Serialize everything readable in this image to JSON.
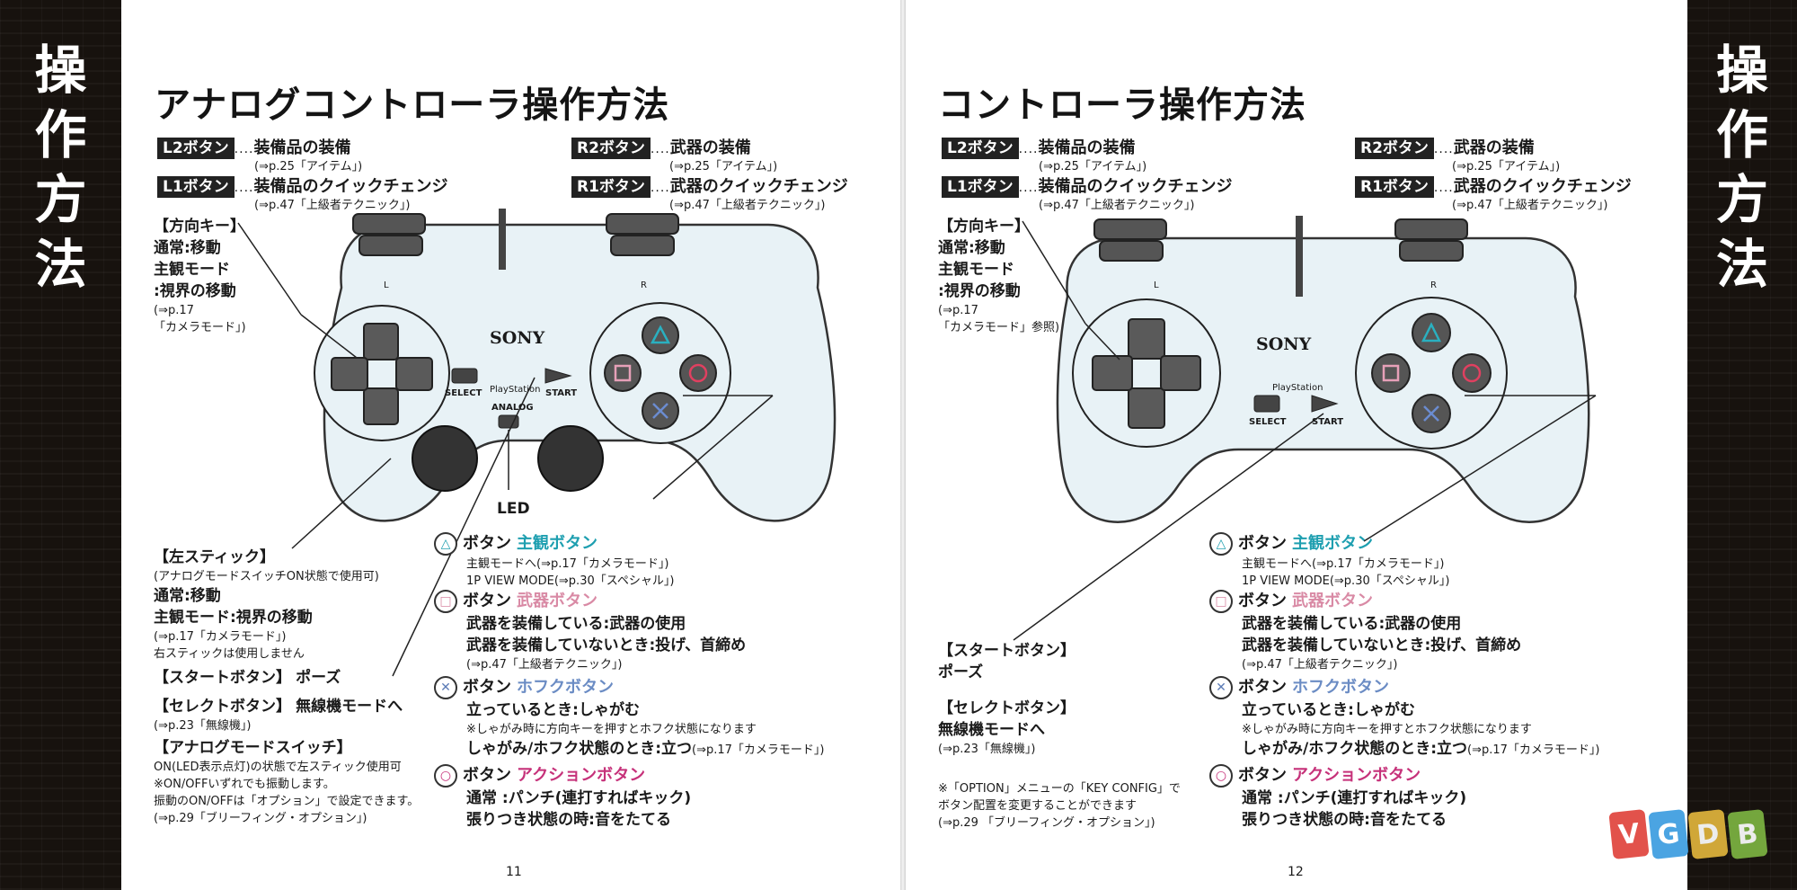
{
  "side_title": [
    "操",
    "作",
    "方",
    "法"
  ],
  "page11": {
    "title": "アナログコントローラ操作方法",
    "page_number": "11",
    "l2": {
      "tag": "L2ボタン",
      "label": "装備品の装備",
      "ref": "(⇒p.25「アイテム」)"
    },
    "l1": {
      "tag": "L1ボタン",
      "label": "装備品のクイックチェンジ",
      "ref": "(⇒p.47「上級者テクニック」)"
    },
    "r2": {
      "tag": "R2ボタン",
      "label": "武器の装備",
      "ref": "(⇒p.25「アイテム」)"
    },
    "r1": {
      "tag": "R1ボタン",
      "label": "武器のクイックチェンジ",
      "ref": "(⇒p.47「上級者テクニック」)"
    },
    "dpad": {
      "head": "【方向キー】",
      "l1": "通常:移動",
      "l2": "主観モード",
      "l3": ":視界の移動",
      "r1": "(⇒p.17",
      "r2": "「カメラモード」)"
    },
    "controller": {
      "brand": "SONY",
      "ps": "PlayStation",
      "select": "SELECT",
      "start": "START",
      "analog": "ANALOG",
      "l": "L",
      "r": "R",
      "led": "LED"
    },
    "lstick": {
      "head": "【左スティック】",
      "note": "(アナログモードスイッチON状態で使用可)",
      "l1": "通常:移動",
      "l2": "主観モード:視界の移動",
      "ref": "(⇒p.17「カメラモード」)",
      "note2": "右スティックは使用しません"
    },
    "start": {
      "head": "【スタートボタン】",
      "text": "ポーズ"
    },
    "select": {
      "head": "【セレクトボタン】",
      "text": "無線機モードへ",
      "ref": "(⇒p.23「無線機」)"
    },
    "analog": {
      "head": "【アナログモードスイッチ】",
      "l1": "ON(LED表示点灯)の状態で左スティック使用可",
      "l2": "※ON/OFFいずれでも振動します。",
      "l3": "振動のON/OFFは「オプション」で設定できます。",
      "ref": "(⇒p.29「ブリーフィング・オプション」)"
    }
  },
  "buttons": {
    "triangle": {
      "label": "ボタン",
      "name": "主観ボタン",
      "l1": "主観モードへ(⇒p.17「カメラモード」)",
      "l2": "1P VIEW MODE(⇒p.30「スペシャル」)"
    },
    "square": {
      "label": "ボタン",
      "name": "武器ボタン",
      "l1": "武器を装備している:武器の使用",
      "l2": "武器を装備していないとき:投げ、首締め",
      "ref": "(⇒p.47「上級者テクニック」)"
    },
    "cross": {
      "label": "ボタン",
      "name": "ホフクボタン",
      "l1": "立っているとき:しゃがむ",
      "note": "※しゃがみ時に方向キーを押すとホフク状態になります",
      "l2": "しゃがみ/ホフク状態のとき:立つ",
      "ref": "(⇒p.17「カメラモード」)"
    },
    "circle": {
      "label": "ボタン",
      "name": "アクションボタン",
      "l1": "通常 :パンチ(連打すればキック)",
      "l2": "張りつき状態の時:音をたてる"
    }
  },
  "page12": {
    "title": "コントローラ操作方法",
    "page_number": "12",
    "dpad": {
      "head": "【方向キー】",
      "l1": "通常:移動",
      "l2": "主観モード",
      "l3": ":視界の移動",
      "r1": "(⇒p.17",
      "r2": "「カメラモード」参照)"
    },
    "start": {
      "head": "【スタートボタン】",
      "text": "ポーズ"
    },
    "select": {
      "head": "【セレクトボタン】",
      "text": "無線機モードへ",
      "ref": "(⇒p.23「無線機」)"
    },
    "keyconfig": {
      "l1": "※「OPTION」メニューの「KEY CONFIG」で",
      "l2": "ボタン配置を変更することができます",
      "l3": "(⇒p.29 「ブリーフィング・オプション」)"
    }
  },
  "watermark": {
    "letters": [
      "V",
      "G",
      "D",
      "B"
    ],
    "colors": [
      "#e0443c",
      "#3c9de0",
      "#e0b43c",
      "#7cb342"
    ]
  }
}
